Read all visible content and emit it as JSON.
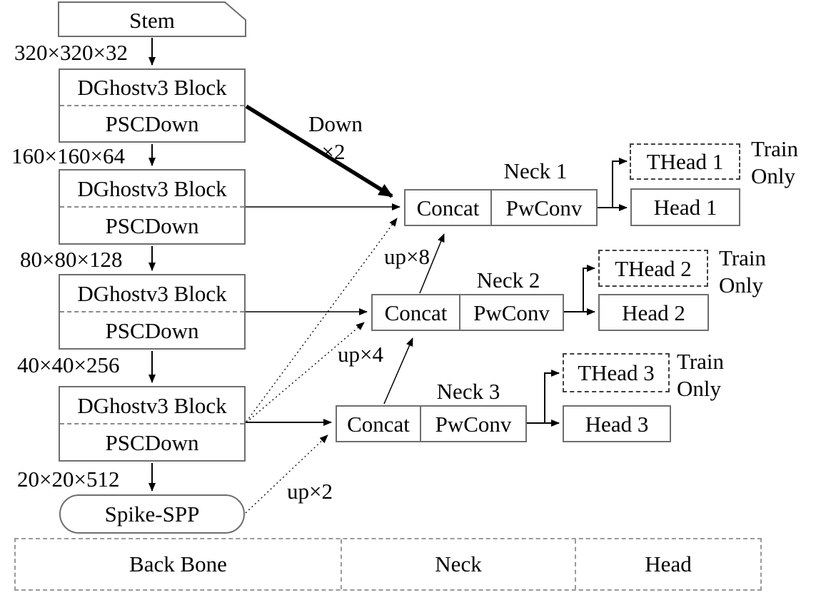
{
  "diagram": {
    "stem_label": "Stem",
    "backbone": {
      "blocks": [
        {
          "top": "DGhostv3 Block",
          "bottom": "PSCDown"
        },
        {
          "top": "DGhostv3 Block",
          "bottom": "PSCDown"
        },
        {
          "top": "DGhostv3 Block",
          "bottom": "PSCDown"
        },
        {
          "top": "DGhostv3 Block",
          "bottom": "PSCDown"
        }
      ],
      "dims": [
        "320×320×32",
        "160×160×64",
        "80×80×128",
        "40×40×256",
        "20×20×512"
      ],
      "spp_label": "Spike-SPP"
    },
    "necks": [
      {
        "title": "Neck 1",
        "concat": "Concat",
        "pwconv": "PwConv",
        "thead": "THead 1",
        "head": "Head 1",
        "train_line1": "Train",
        "train_line2": "Only"
      },
      {
        "title": "Neck 2",
        "concat": "Concat",
        "pwconv": "PwConv",
        "thead": "THead 2",
        "head": "Head 2",
        "train_line1": "Train",
        "train_line2": "Only"
      },
      {
        "title": "Neck 3",
        "concat": "Concat",
        "pwconv": "PwConv",
        "thead": "THead 3",
        "head": "Head 3",
        "train_line1": "Train",
        "train_line2": "Only"
      }
    ],
    "edge_labels": {
      "down": "Down",
      "down_factor": "×2",
      "up8": "up×8",
      "up4": "up×4",
      "up2": "up×2"
    },
    "sections": {
      "backbone": "Back Bone",
      "neck": "Neck",
      "head": "Head"
    },
    "colors": {
      "line": "#000000",
      "box_border": "#6e6e6e",
      "dashed_box_border": "#3f3f3f",
      "band_border": "#9a9a9a",
      "background": "#ffffff"
    }
  }
}
